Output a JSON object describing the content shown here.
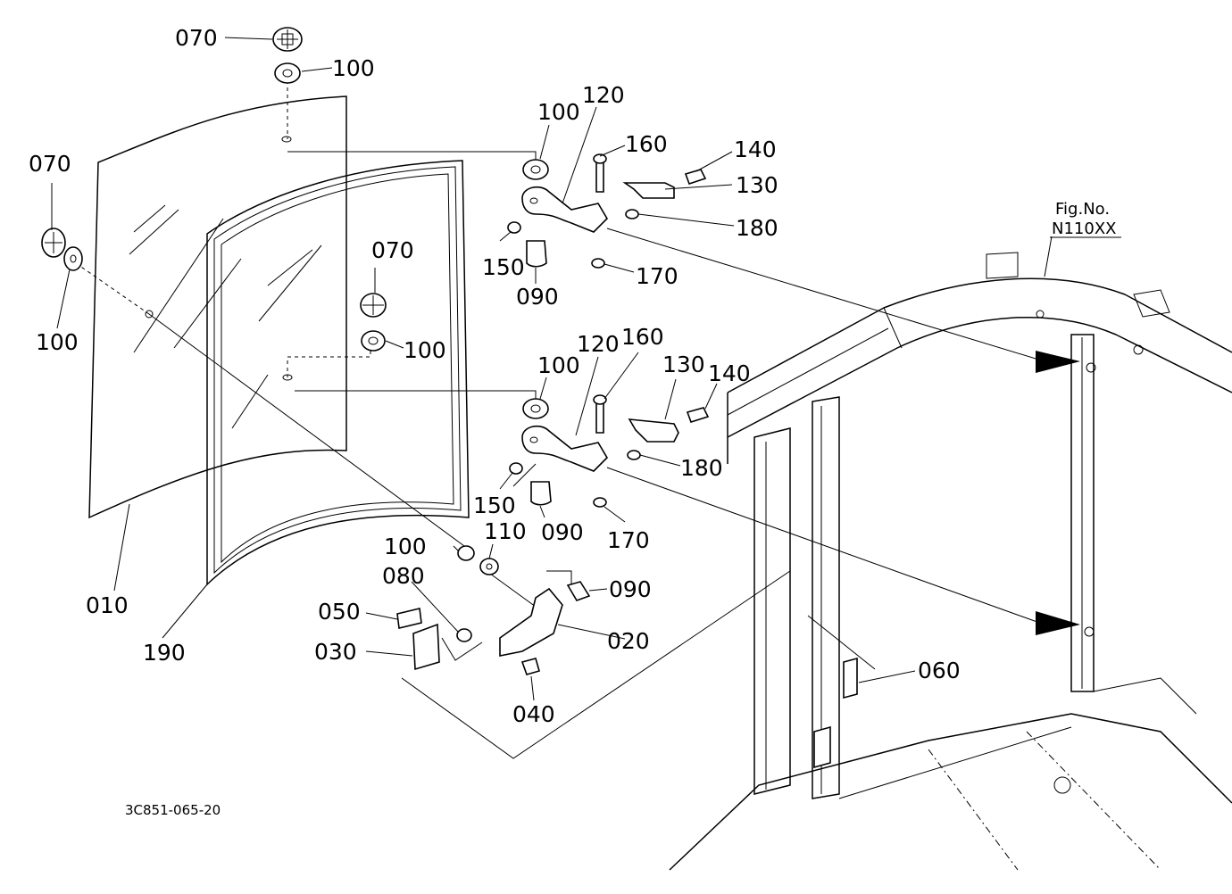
{
  "diagram_code": "3C851-065-20",
  "figure_ref": {
    "line1": "Fig.No.",
    "line2": "N110XX"
  },
  "callouts": {
    "c070_top": "070",
    "c100_top": "100",
    "c070_left": "070",
    "c100_left": "100",
    "c070_mid": "070",
    "c100_mid": "100",
    "c010": "010",
    "c190": "190",
    "c100_h1": "100",
    "c120_h1": "120",
    "c160_h1": "160",
    "c140_h1": "140",
    "c130_h1": "130",
    "c180_h1": "180",
    "c150_h1": "150",
    "c090_h1": "090",
    "c170_h1": "170",
    "c100_h2": "100",
    "c120_h2": "120",
    "c160_h2": "160",
    "c130_h2": "130",
    "c140_h2": "140",
    "c180_h2": "180",
    "c150_h2": "150",
    "c090_h2": "090",
    "c170_h2": "170",
    "c100_latch": "100",
    "c110": "110",
    "c080": "080",
    "c090_latch": "090",
    "c050": "050",
    "c030": "030",
    "c020": "020",
    "c040": "040",
    "c060": "060"
  }
}
